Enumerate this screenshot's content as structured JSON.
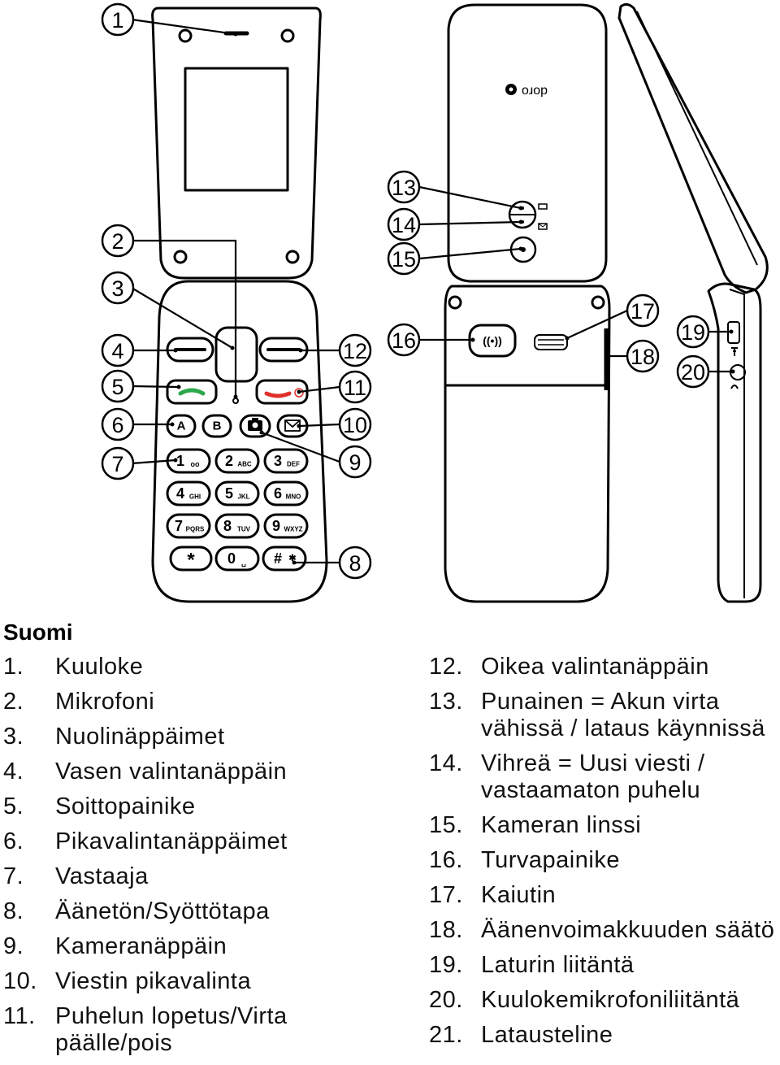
{
  "callouts": [
    "1",
    "2",
    "3",
    "4",
    "5",
    "6",
    "7",
    "8",
    "9",
    "10",
    "11",
    "12",
    "13",
    "14",
    "15",
    "16",
    "17",
    "18",
    "19",
    "20"
  ],
  "keypad": {
    "soft_a": "A",
    "soft_b": "B",
    "keys": [
      {
        "digit": "1",
        "sub": "oo"
      },
      {
        "digit": "2",
        "sub": "ABC"
      },
      {
        "digit": "3",
        "sub": "DEF"
      },
      {
        "digit": "4",
        "sub": "GHI"
      },
      {
        "digit": "5",
        "sub": "JKL"
      },
      {
        "digit": "6",
        "sub": "MNO"
      },
      {
        "digit": "7",
        "sub": "PQRS"
      },
      {
        "digit": "8",
        "sub": "TUV"
      },
      {
        "digit": "9",
        "sub": "WXYZ"
      },
      {
        "digit": "*",
        "sub": ""
      },
      {
        "digit": "0",
        "sub": "␣"
      },
      {
        "digit": "#",
        "sub": "✱"
      }
    ]
  },
  "brand": "doro",
  "sos_label": "((•))",
  "legend": {
    "language": "Suomi",
    "left": [
      {
        "num": "1.",
        "text": "Kuuloke"
      },
      {
        "num": "2.",
        "text": "Mikrofoni"
      },
      {
        "num": "3.",
        "text": "Nuolinäppäimet"
      },
      {
        "num": "4.",
        "text": "Vasen valintanäppäin"
      },
      {
        "num": "5.",
        "text": "Soittopainike"
      },
      {
        "num": "6.",
        "text": "Pikavalintanäppäimet"
      },
      {
        "num": "7.",
        "text": "Vastaaja"
      },
      {
        "num": "8.",
        "text": "Äänetön/Syöttötapa"
      },
      {
        "num": "9.",
        "text": "Kameranäppäin"
      },
      {
        "num": "10.",
        "text": "Viestin pikavalinta"
      },
      {
        "num": "11.",
        "text": "Puhelun lopetus/Virta päälle/pois"
      }
    ],
    "right": [
      {
        "num": "12.",
        "text": "Oikea valintanäppäin"
      },
      {
        "num": "13.",
        "text": "Punainen = Akun virta vähissä / lataus käynnissä"
      },
      {
        "num": "14.",
        "text": "Vihreä = Uusi viesti / vastaamaton puhelu"
      },
      {
        "num": "15.",
        "text": "Kameran linssi"
      },
      {
        "num": "16.",
        "text": "Turvapainike"
      },
      {
        "num": "17.",
        "text": "Kaiutin"
      },
      {
        "num": "18.",
        "text": "Äänenvoimakkuuden säätö"
      },
      {
        "num": "19.",
        "text": "Laturin liitäntä"
      },
      {
        "num": "20.",
        "text": "Kuulokemikrofoniliitäntä"
      },
      {
        "num": "21.",
        "text": "Latausteline"
      }
    ]
  },
  "colors": {
    "call_green": "#2aa84a",
    "end_red": "#e0302a",
    "line": "#000000"
  }
}
